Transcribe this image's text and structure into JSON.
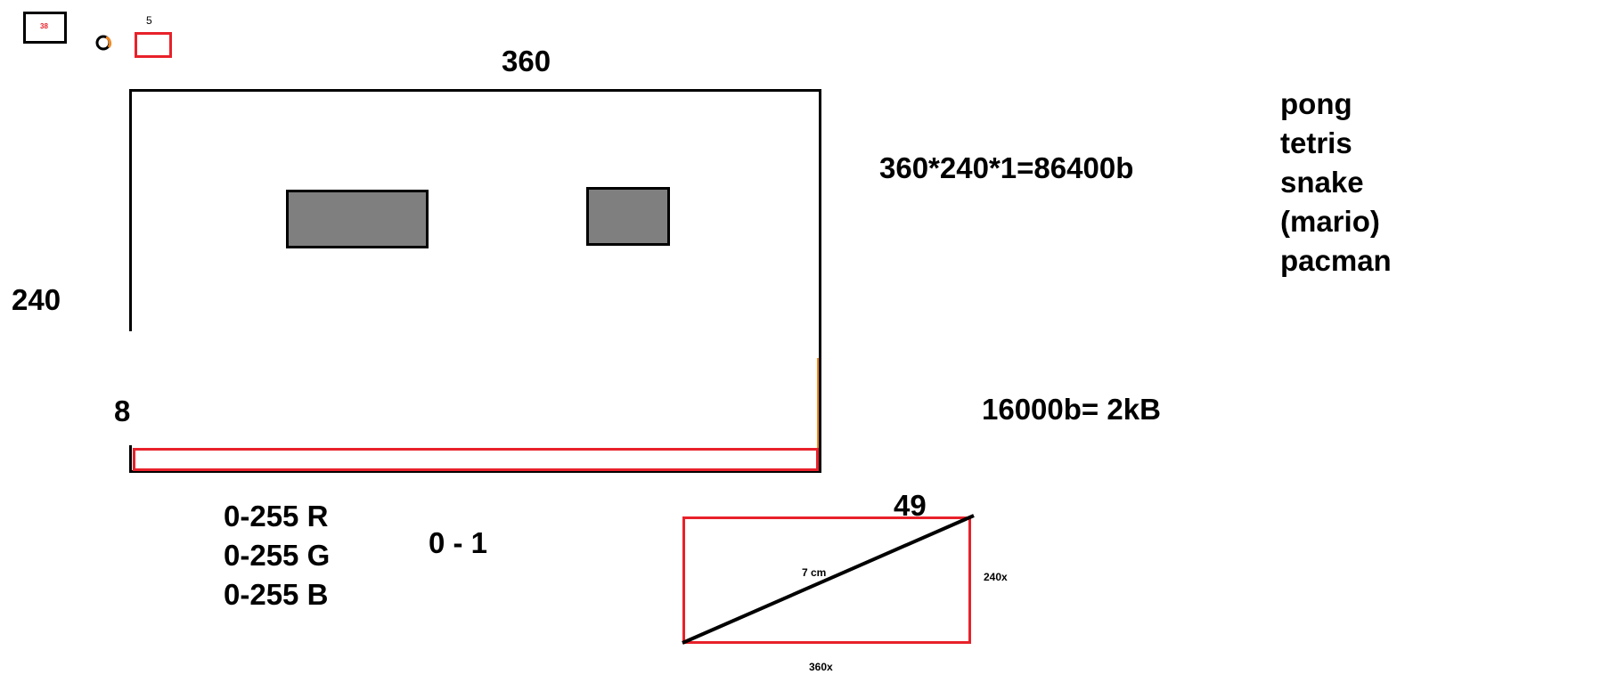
{
  "colors": {
    "black": "#000000",
    "red": "#e8212a",
    "gray": "#7f7f7f",
    "orange": "#f08a24",
    "white": "#ffffff"
  },
  "labels": {
    "top_small_number": "5",
    "tiny_icon_text": "38",
    "screen_width": "360",
    "screen_height": "240",
    "row_height": "8",
    "memory_calc": "360*240*1=86400b",
    "memory_small": "16000b= 2kB",
    "bit_range": "0 - 1",
    "diag_top": "49",
    "diag_length": "7 cm",
    "diag_height": "240x",
    "diag_width": "360x"
  },
  "rgb_ranges": [
    "0-255 R",
    "0-255 G",
    "0-255 B"
  ],
  "games": [
    "pong",
    "tetris",
    "snake",
    "(mario)",
    "pacman"
  ]
}
